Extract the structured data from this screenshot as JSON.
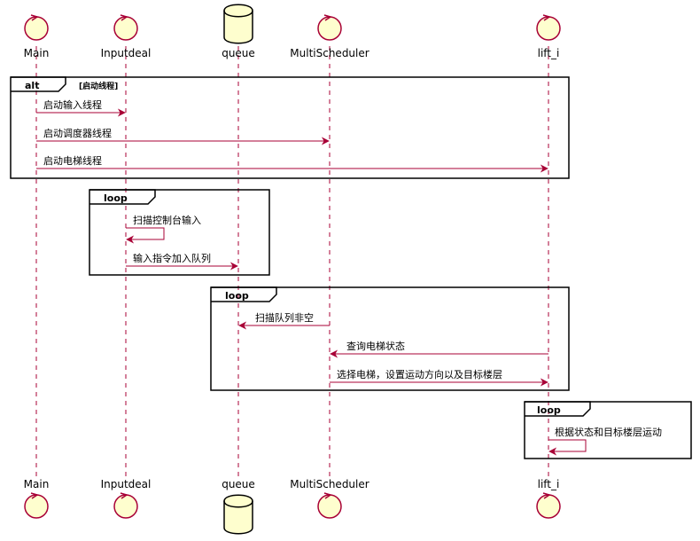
{
  "participants": [
    {
      "id": "main",
      "name": "Main",
      "kind": "control"
    },
    {
      "id": "inputdeal",
      "name": "Inputdeal",
      "kind": "control"
    },
    {
      "id": "queue",
      "name": "queue",
      "kind": "database"
    },
    {
      "id": "multischeduler",
      "name": "MultiScheduler",
      "kind": "control"
    },
    {
      "id": "lift",
      "name": "lift_i",
      "kind": "control"
    }
  ],
  "fragments": [
    {
      "keyword": "alt",
      "guard": "[启动线程]"
    },
    {
      "keyword": "loop",
      "guard": ""
    },
    {
      "keyword": "loop",
      "guard": ""
    },
    {
      "keyword": "loop",
      "guard": ""
    }
  ],
  "messages": [
    {
      "from": "main",
      "to": "inputdeal",
      "text": "启动输入线程"
    },
    {
      "from": "main",
      "to": "multischeduler",
      "text": "启动调度器线程"
    },
    {
      "from": "main",
      "to": "lift",
      "text": "启动电梯线程"
    },
    {
      "from": "inputdeal",
      "to": "inputdeal",
      "text": "扫描控制台输入"
    },
    {
      "from": "inputdeal",
      "to": "queue",
      "text": "输入指令加入队列"
    },
    {
      "from": "multischeduler",
      "to": "queue",
      "text": "扫描队列非空"
    },
    {
      "from": "lift",
      "to": "multischeduler",
      "text": "查询电梯状态"
    },
    {
      "from": "multischeduler",
      "to": "lift",
      "text": "选择电梯，设置运动方向以及目标楼层"
    },
    {
      "from": "lift",
      "to": "lift",
      "text": "根据状态和目标楼层运动"
    }
  ],
  "colors": {
    "line": "#A80036",
    "participant_fill": "#FEFECE",
    "frame": "#000000"
  }
}
